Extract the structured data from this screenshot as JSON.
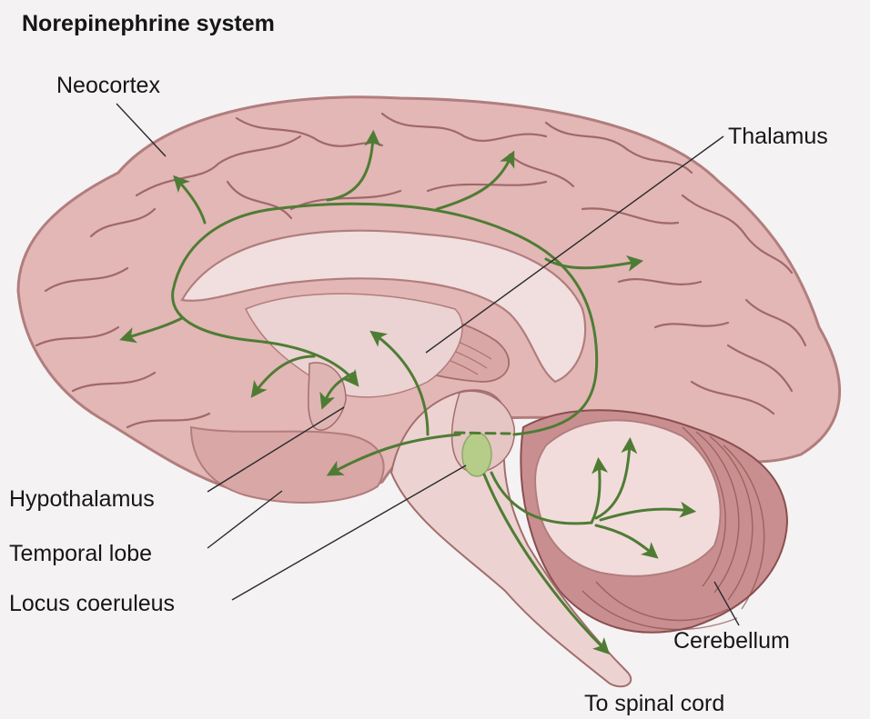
{
  "title": "Norepinephrine system",
  "labels": {
    "neocortex": "Neocortex",
    "thalamus": "Thalamus",
    "hypothalamus": "Hypothalamus",
    "temporal_lobe": "Temporal lobe",
    "locus_coeruleus": "Locus coeruleus",
    "cerebellum": "Cerebellum",
    "spinal_cord": "To spinal cord"
  },
  "colors": {
    "background": "#f4f2f3",
    "cortex": "#e2b7b6",
    "sulcus": "#8a4e4f",
    "medial": "#efdedd",
    "pathway": "#4f7c34",
    "locus": "#b6cd8a",
    "leader_line": "#2a2a2a"
  }
}
